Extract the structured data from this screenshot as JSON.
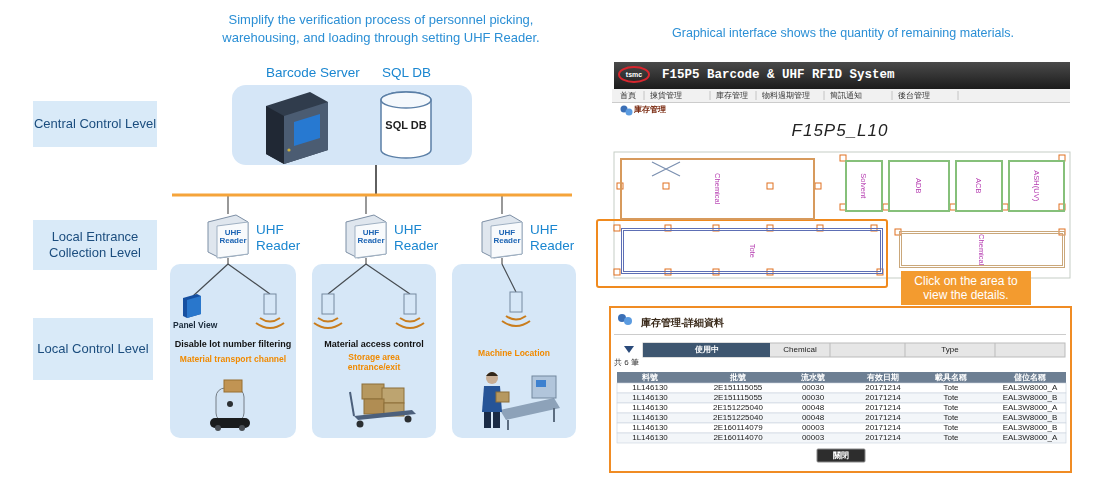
{
  "diagram": {
    "title": "Simplify the verification process of personnel picking, warehousing, and loading through setting UHF Reader.",
    "nodes": [
      {
        "text": [
          "Central Control Level"
        ]
      },
      {
        "text": [
          "Local Entrance Collection Level"
        ]
      },
      {
        "text": [
          "Local Control Level"
        ]
      },
      {
        "text": [
          "Barcode Server",
          "SQL DB"
        ]
      },
      {
        "text": [
          "SQL DB"
        ],
        "in": 3
      },
      {
        "text": [
          "UHF Reader",
          "UHF Reader"
        ]
      },
      {
        "text": [
          "UHF Reader",
          "UHF Reader"
        ]
      },
      {
        "text": [
          "UHF Reader",
          "UHF Reader"
        ]
      },
      {
        "text": [
          "Panel View",
          "Disable lot number filtering",
          "Material transport channel"
        ]
      },
      {
        "text": [
          "Material access control",
          "Storage area entrance/exit"
        ]
      },
      {
        "text": [
          "Machine Location"
        ]
      },
      {
        "text": [
          "F15P5 Barcode & UHF RFID System"
        ]
      },
      {
        "text": [
          "Chemical"
        ]
      },
      {
        "text": [
          "Solvent"
        ]
      },
      {
        "text": [
          "ADB"
        ]
      },
      {
        "text": [
          "ACB"
        ]
      },
      {
        "text": [
          "ASH(UV)"
        ]
      },
      {
        "text": [
          "Tote"
        ]
      },
      {
        "text": [
          "Chemical"
        ]
      },
      {
        "text": [
          "Click on the area to view the details."
        ]
      },
      {
        "text": [
          "庫存管理-詳細資料"
        ]
      }
    ],
    "edges": [
      {
        "from": 3,
        "to": 5,
        "arrow": "none"
      },
      {
        "from": 3,
        "to": 6,
        "arrow": "none"
      },
      {
        "from": 3,
        "to": 7,
        "arrow": "none"
      },
      {
        "from": 5,
        "to": 8,
        "arrow": "none"
      },
      {
        "from": 6,
        "to": 9,
        "arrow": "none"
      },
      {
        "from": 7,
        "to": 10,
        "arrow": "none"
      }
    ],
    "labels": [
      "Graphical interface shows the quantity of remaining materials.",
      "tsmc",
      "首頁",
      "揀貨管理",
      "庫存管理",
      "物料過期管理",
      "簡訊通知",
      "後台管理",
      "庫存管理",
      "F15P5_L10",
      "使用中",
      "Chemical",
      "Type",
      "共 6 筆",
      "料號",
      "批號",
      "流水號",
      "有效日期",
      "載具名稱",
      "儲位名稱",
      "1L146130",
      "2E151115055",
      "00030",
      "20171214",
      "Tote",
      "EAL3W8000_A",
      "1L146130",
      "2E151115055",
      "00030",
      "20171214",
      "Tote",
      "EAL3W8000_B",
      "1L146130",
      "2E151225040",
      "00048",
      "20171214",
      "Tote",
      "EAL3W8000_A",
      "1L146130",
      "2E151225040",
      "00048",
      "20171214",
      "Tote",
      "EAL3W8000_B",
      "1L146130",
      "2E160114079",
      "00003",
      "20171214",
      "Tote",
      "EAL3W8000_B",
      "1L146130",
      "2E160114070",
      "00003",
      "20171214",
      "Tote",
      "EAL3W8000_A",
      "關閉"
    ]
  }
}
